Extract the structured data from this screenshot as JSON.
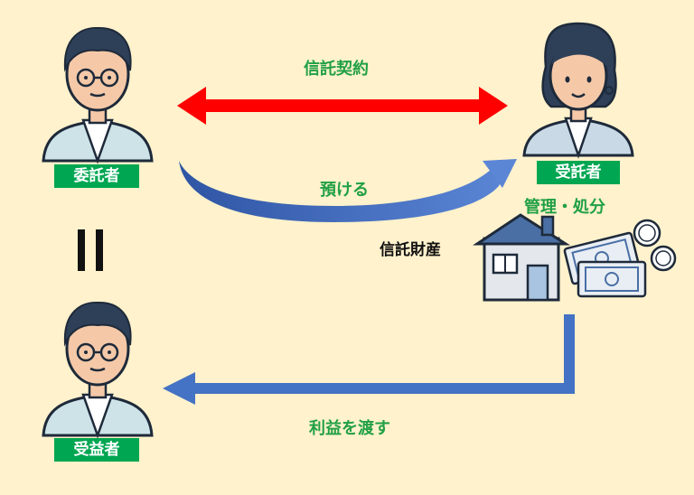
{
  "relations": {
    "trust_contract": "信託契約",
    "entrust": "預ける",
    "manage_dispose": "管理・処分",
    "trust_property": "信託財産",
    "deliver_benefit": "利益を渡す"
  },
  "parties": {
    "settlor": "委託者",
    "trustee": "受託者",
    "beneficiary": "受益者"
  },
  "colors": {
    "background": "#fff2cc",
    "accent_green": "#00a651",
    "contract_arrow": "#ff0000",
    "flow_arrow": "#4472c4"
  }
}
